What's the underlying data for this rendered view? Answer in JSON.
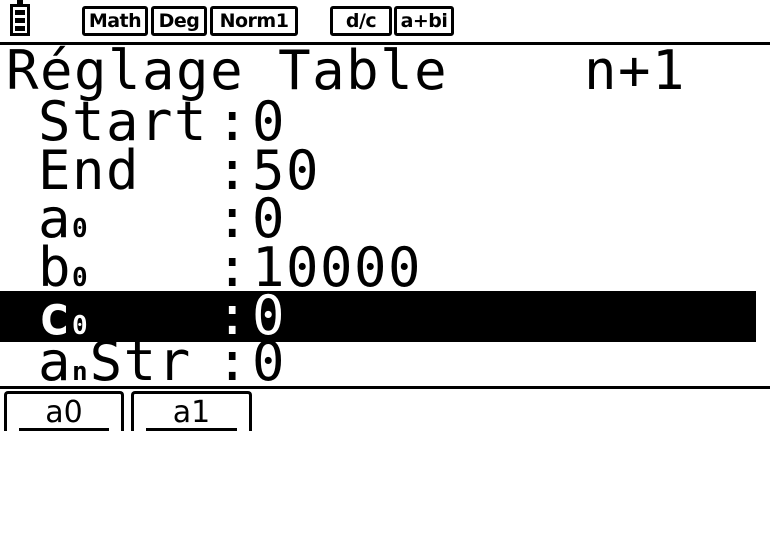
{
  "status_bar": {
    "badges": [
      "Math",
      "Deg",
      "Norm1",
      "d/c",
      "a+bi"
    ]
  },
  "header": {
    "title": "Réglage Table",
    "mode": "n+1"
  },
  "settings": [
    {
      "label": "Start",
      "sub": "",
      "value": "0"
    },
    {
      "label": "End",
      "sub": "",
      "value": "50"
    },
    {
      "label": "a",
      "sub": "0",
      "value": "0"
    },
    {
      "label": "b",
      "sub": "0",
      "value": "10000"
    },
    {
      "label": "c",
      "sub": "0",
      "value": "0",
      "selected": true
    },
    {
      "label": "a",
      "sub": "n",
      "label_suffix": "Str",
      "value": "0"
    }
  ],
  "separator": ":",
  "function_keys": [
    "a0",
    "a1"
  ]
}
